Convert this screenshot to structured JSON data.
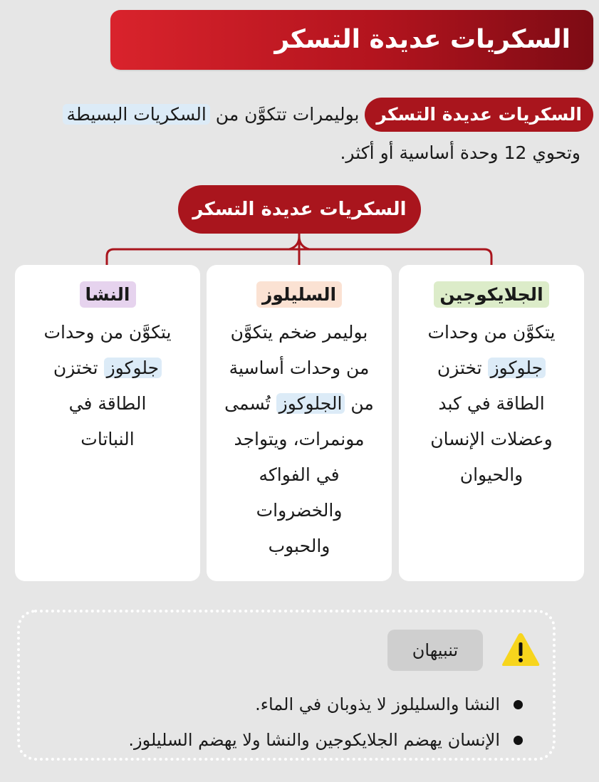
{
  "header": {
    "title": "السكريات عديدة التسكر"
  },
  "intro": {
    "term": "السكريات عديدة التسكر",
    "text_part1": " بوليمرات تتكوَّن من ",
    "highlight": "السكريات البسيطة",
    "line2": "وتحوي 12 وحدة أساسية أو أكثر."
  },
  "diagram": {
    "root": "السكريات عديدة التسكر",
    "cards": [
      {
        "title": "الجلايكوجين",
        "title_color": "#dcecc9",
        "lines": [
          "يتكوَّن من وحدات",
          {
            "hl": "جلوكوز",
            "rest": " تختزن"
          },
          "الطاقة في كبد",
          "وعضلات الإنسان",
          "والحيوان"
        ]
      },
      {
        "title": "السليلوز",
        "title_color": "#fbe2d3",
        "lines": [
          "بوليمر ضخم يتكوَّن",
          "من وحدات أساسية",
          {
            "pre": "من ",
            "hl": "الجلوكوز",
            "rest": " تُسمى"
          },
          "مونمرات، ويتواجد",
          "في الفواكه",
          "والخضروات",
          "والحبوب"
        ]
      },
      {
        "title": "النشا",
        "title_color": "#e6d3ee",
        "lines": [
          "يتكوَّن من وحدات",
          {
            "hl": "جلوكوز",
            "rest": " تختزن"
          },
          "الطاقة في",
          "النباتات"
        ]
      }
    ]
  },
  "note": {
    "label": "تنبيهان",
    "icon": "warning-triangle-icon",
    "items": [
      "النشا والسليلوز لا يذوبان في الماء.",
      "الإنسان يهضم الجلايكوجين والنشا ولا يهضم السليلوز."
    ]
  },
  "colors": {
    "accent": "#a9151d",
    "highlight_blue": "#dcebf7",
    "warning": "#f7d51d"
  }
}
